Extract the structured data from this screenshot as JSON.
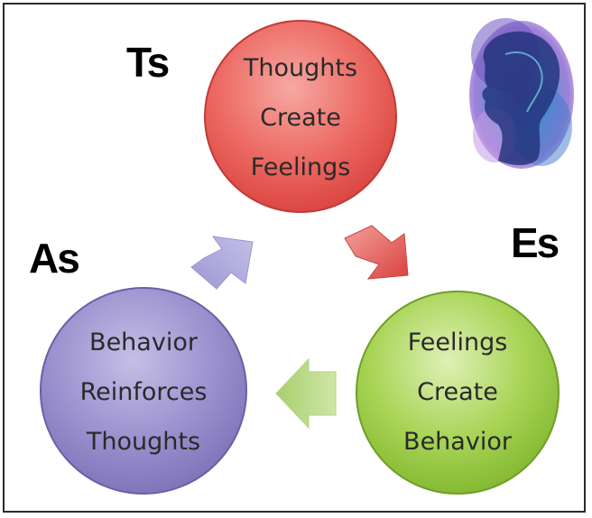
{
  "diagram": {
    "title": "Thoughts-Feelings-Behavior Cycle",
    "nodes": [
      {
        "id": "thoughts",
        "lines": [
          "Thoughts",
          "Create",
          "Feelings"
        ],
        "color": "#e85a55"
      },
      {
        "id": "feelings",
        "lines": [
          "Feelings",
          "Create",
          "Behavior"
        ],
        "color": "#8cc13e"
      },
      {
        "id": "behavior",
        "lines": [
          "Behavior",
          "Reinforces",
          "Thoughts"
        ],
        "color": "#8379be"
      }
    ],
    "labels": {
      "ts": "Ts",
      "es": "Es",
      "as": "As"
    },
    "arrows": [
      {
        "from": "thoughts",
        "to": "feelings",
        "color": "#e45a55"
      },
      {
        "from": "feelings",
        "to": "behavior",
        "color": "#bcd98e"
      },
      {
        "from": "behavior",
        "to": "thoughts",
        "color": "#a9a6d6"
      }
    ],
    "decoration": {
      "icon": "silhouette-watercolor-icon"
    }
  }
}
